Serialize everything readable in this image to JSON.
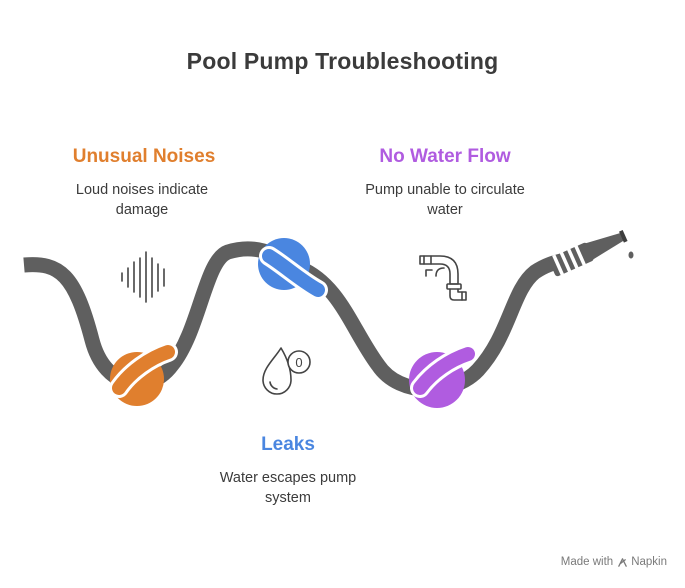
{
  "title": "Pool Pump Troubleshooting",
  "items": [
    {
      "heading": "Unusual Noises",
      "description": "Loud noises indicate damage",
      "color": "#e07f2e",
      "icon": "sound-wave-icon"
    },
    {
      "heading": "Leaks",
      "description": "Water escapes pump system",
      "color": "#4a86e0",
      "icon": "water-drop-icon"
    },
    {
      "heading": "No Water Flow",
      "description": "Pump unable to circulate water",
      "color": "#b05ce0",
      "icon": "pipe-icon"
    }
  ],
  "hose_color": "#5f5f5f",
  "drop_badge": "0",
  "watermark": {
    "prefix": "Made with",
    "brand": "Napkin"
  }
}
